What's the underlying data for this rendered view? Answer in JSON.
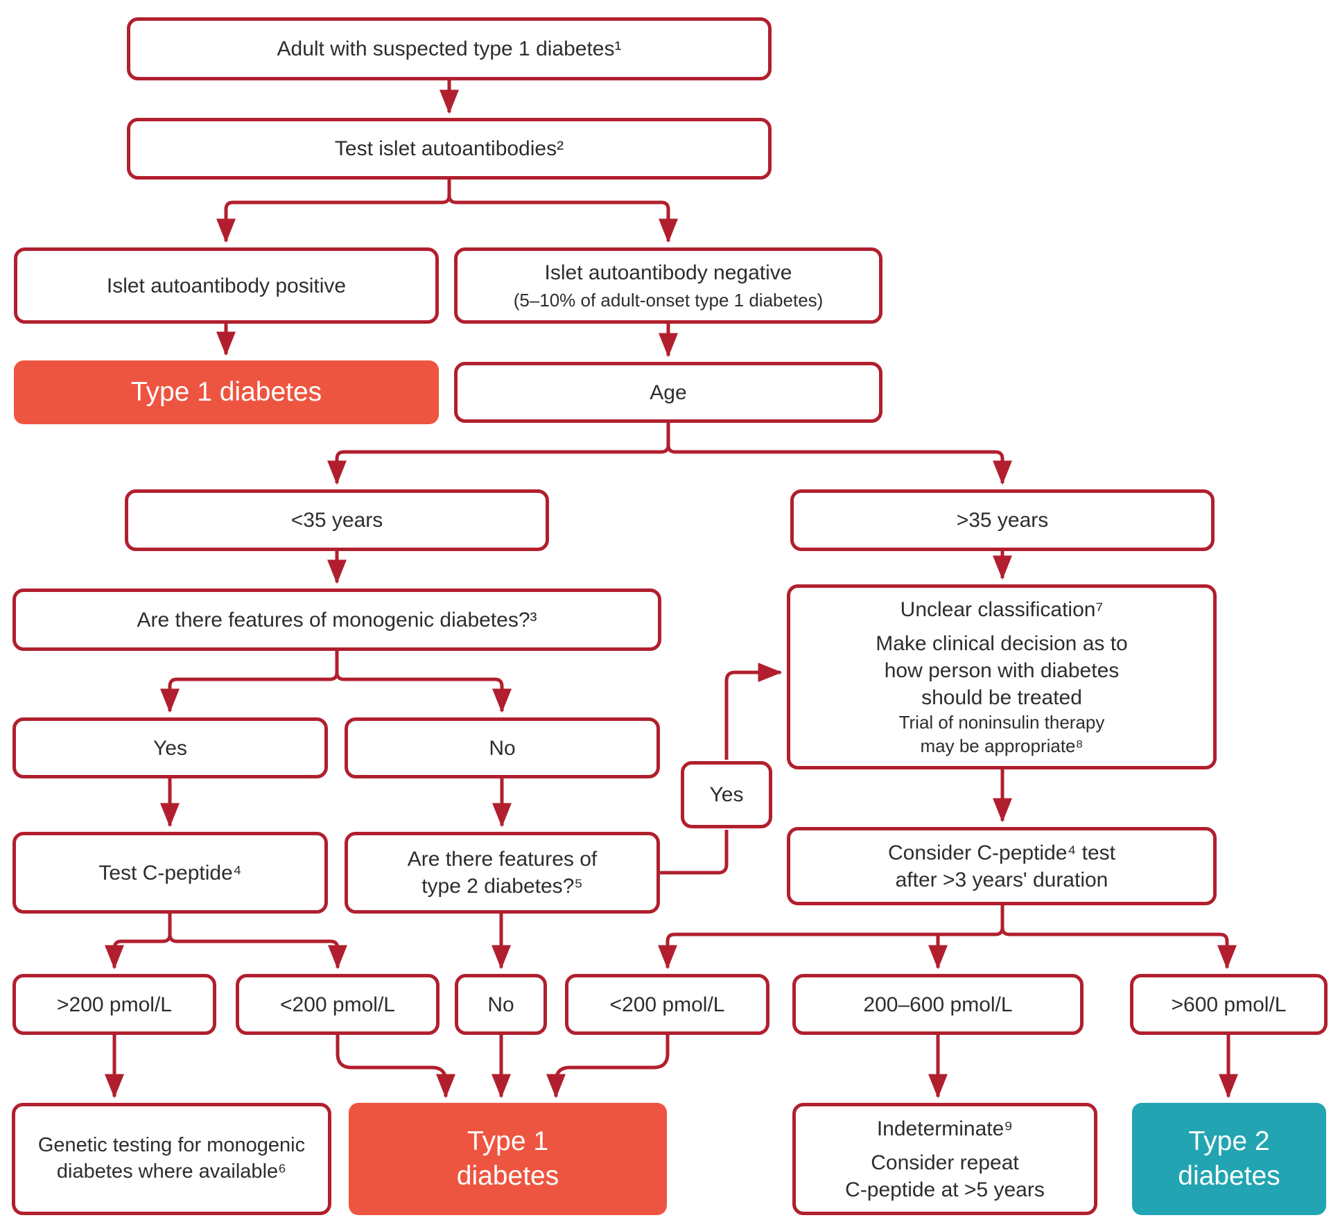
{
  "palette": {
    "line_red": "#b11f2e",
    "box_border_red": "#b11f2e",
    "type1_orange": "#ee5540",
    "type2_teal": "#22a4b2",
    "text_dark": "#2d2d31",
    "background": "#ffffff"
  },
  "nodes": {
    "adult": {
      "label": "Adult with suspected type 1 diabetes¹"
    },
    "test_islet": {
      "label": "Test islet autoantibodies²"
    },
    "islet_positive": {
      "label": "Islet autoantibody positive"
    },
    "islet_negative": {
      "title": "Islet autoantibody negative",
      "subtitle": "(5–10% of adult-onset type 1 diabetes)"
    },
    "type1_left": {
      "label": "Type 1 diabetes"
    },
    "age": {
      "label": "Age"
    },
    "under35": {
      "label": "<35 years"
    },
    "over35": {
      "label": ">35 years"
    },
    "monogenic_q": {
      "label": "Are there features of monogenic diabetes?³"
    },
    "unclear": {
      "title": "Unclear classification⁷",
      "body": [
        "Make clinical decision as to",
        "how person with diabetes",
        "should be treated"
      ],
      "note": [
        "Trial of noninsulin therapy",
        "may be appropriate⁸"
      ]
    },
    "yes_left": {
      "label": "Yes"
    },
    "no_mid": {
      "label": "No"
    },
    "yes_small": {
      "label": "Yes"
    },
    "test_cpeptide": {
      "label": "Test C-peptide⁴"
    },
    "type2_q": {
      "lines": [
        "Are there features of",
        "type 2 diabetes?⁵"
      ]
    },
    "consider_cpeptide": {
      "lines": [
        "Consider C-peptide⁴ test",
        "after >3 years' duration"
      ]
    },
    "gt200": {
      "label": ">200 pmol/L"
    },
    "lt200_left": {
      "label": "<200 pmol/L"
    },
    "no_small": {
      "label": "No"
    },
    "lt200_right": {
      "label": "<200 pmol/L"
    },
    "range_200_600": {
      "label": "200–600 pmol/L"
    },
    "gt600": {
      "label": ">600 pmol/L"
    },
    "genetic_testing": {
      "lines": [
        "Genetic testing for monogenic",
        "diabetes where available⁶"
      ]
    },
    "type1_bottom": {
      "lines": [
        "Type 1",
        "diabetes"
      ]
    },
    "indeterminate": {
      "title": "Indeterminate⁹",
      "lines": [
        "Consider repeat",
        "C-peptide at >5 years"
      ]
    },
    "type2_bottom": {
      "lines": [
        "Type 2",
        "diabetes"
      ]
    }
  }
}
